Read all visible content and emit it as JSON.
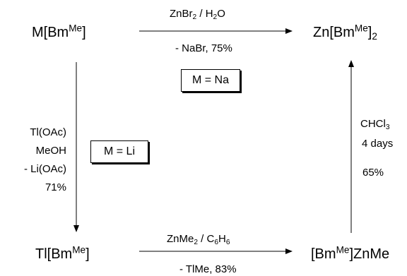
{
  "compounds": {
    "top_left": {
      "main": "M[Bm",
      "sup": "Me",
      "tail": "]"
    },
    "top_right": {
      "main": "Zn[Bm",
      "sup": "Me",
      "tail": "]",
      "sub": "2"
    },
    "bottom_left": {
      "main": "Tl[Bm",
      "sup": "Me",
      "tail": "]"
    },
    "bottom_right": {
      "pre": "[Bm",
      "sup": "Me",
      "tail": "]ZnMe"
    }
  },
  "reactions": {
    "top": {
      "reagent_a": "ZnBr",
      "reagent_a_sub": "2",
      "reagent_b": " / H",
      "reagent_b_sub": "2",
      "reagent_c": "O",
      "below": "- NaBr, 75%"
    },
    "bottom": {
      "reagent_a": "ZnMe",
      "reagent_a_sub": "2",
      "reagent_b": " / C",
      "reagent_b_sub": "6",
      "reagent_c": "H",
      "reagent_c_sub": "6",
      "below": "- TlMe, 83%"
    },
    "left": {
      "line1": "Tl(OAc)",
      "line2": "MeOH",
      "line3": "- Li(OAc)",
      "line4": "71%"
    },
    "right": {
      "line1_main": "CHCl",
      "line1_sub": "3",
      "line2": "4 days",
      "line3": "65%"
    }
  },
  "boxes": {
    "na": "M = Na",
    "li": "M = Li"
  }
}
